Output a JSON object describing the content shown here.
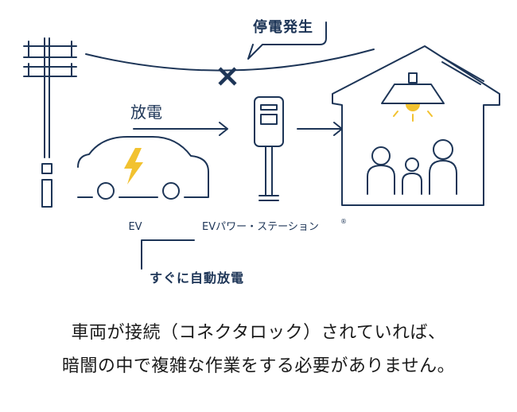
{
  "labels": {
    "outage": "停電発生",
    "discharge": "放電",
    "ev": "EV",
    "station": "EVパワー・ステーション",
    "registered_mark": "®",
    "instant_discharge": "すぐに自動放電"
  },
  "caption": {
    "line1": "車両が接続（コネクタロック）されていれば、",
    "line2": "暗闇の中で複雑な作業をする必要がありません。"
  },
  "colors": {
    "line": "#1d3557",
    "bolt": "#f2c230",
    "light": "#f2c230",
    "text": "#1a1a1a"
  },
  "icons": {
    "pole": "utility-pole-icon",
    "cross": "outage-cross-icon",
    "car": "ev-car-icon",
    "bolt": "lightning-bolt-icon",
    "station": "charging-station-icon",
    "house": "house-icon",
    "lamp": "ceiling-lamp-icon",
    "family": "family-icon"
  }
}
